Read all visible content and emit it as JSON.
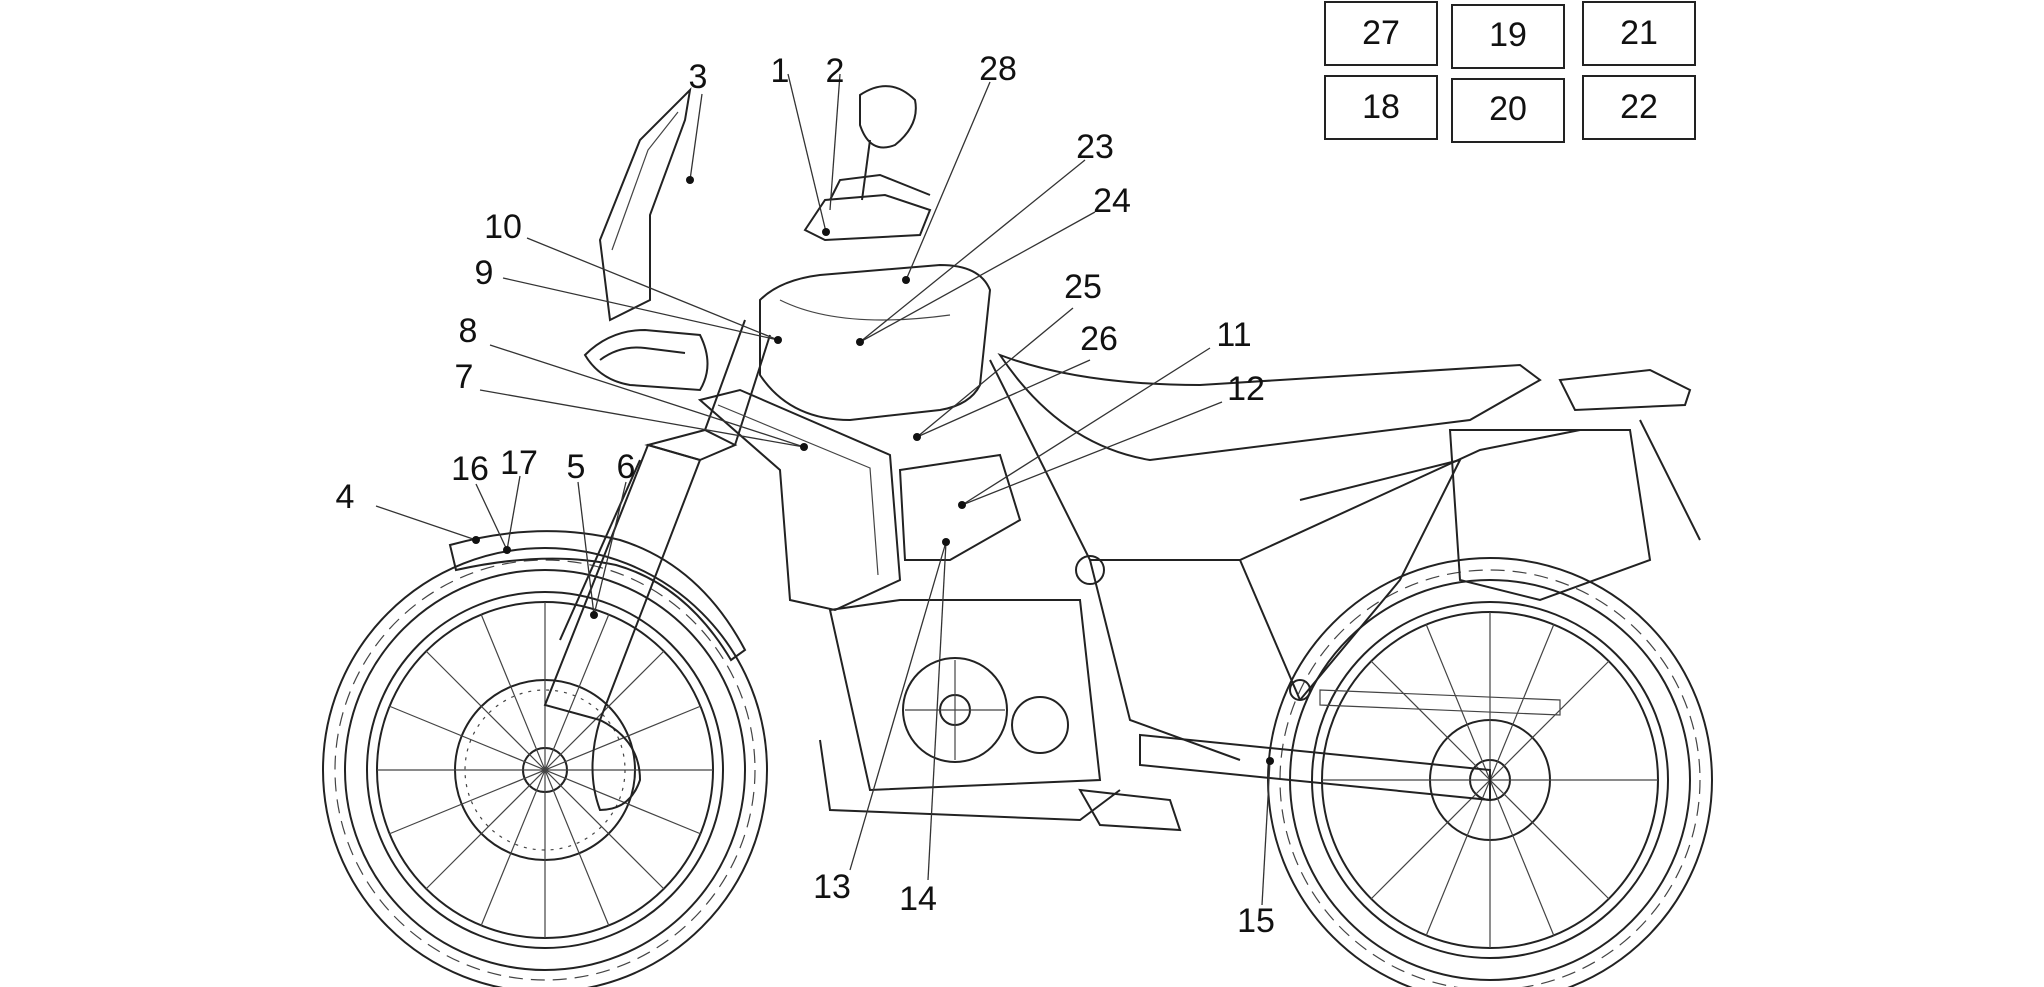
{
  "callouts": [
    {
      "id": "1"
    },
    {
      "id": "2"
    },
    {
      "id": "3"
    },
    {
      "id": "4"
    },
    {
      "id": "5"
    },
    {
      "id": "6"
    },
    {
      "id": "7"
    },
    {
      "id": "8"
    },
    {
      "id": "9"
    },
    {
      "id": "10"
    },
    {
      "id": "11"
    },
    {
      "id": "12"
    },
    {
      "id": "13"
    },
    {
      "id": "14"
    },
    {
      "id": "15"
    },
    {
      "id": "16"
    },
    {
      "id": "17"
    },
    {
      "id": "23"
    },
    {
      "id": "24"
    },
    {
      "id": "25"
    },
    {
      "id": "26"
    },
    {
      "id": "28"
    }
  ],
  "boxes": [
    "27",
    "19",
    "21",
    "18",
    "20",
    "22"
  ]
}
